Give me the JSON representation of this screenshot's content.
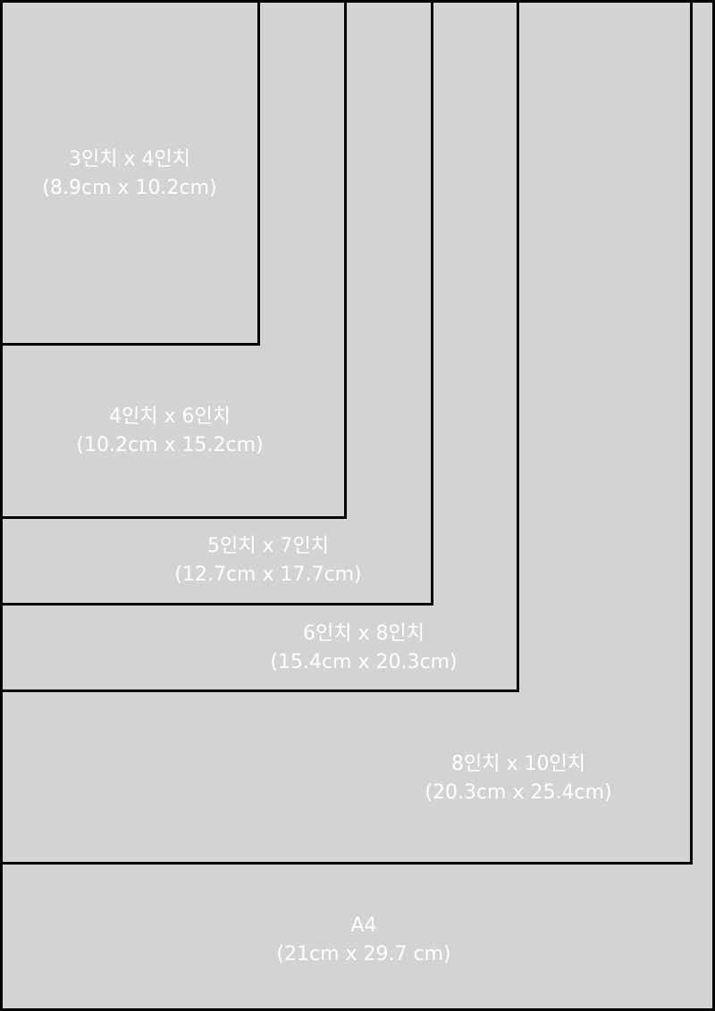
{
  "sizes": [
    {
      "id": "a4",
      "name": "A4",
      "dimensions": "(21cm x 29.7 cm)"
    },
    {
      "id": "8x10",
      "name": "8인치 x 10인치",
      "dimensions": "(20.3cm x 25.4cm)"
    },
    {
      "id": "6x8",
      "name": "6인치 x 8인치",
      "dimensions": "(15.4cm x 20.3cm)"
    },
    {
      "id": "5x7",
      "name": "5인치 x 7인치",
      "dimensions": "(12.7cm x 17.7cm)"
    },
    {
      "id": "4x6",
      "name": "4인치 x 6인치",
      "dimensions": "(10.2cm x 15.2cm)"
    },
    {
      "id": "3x4",
      "name": "3인치 x 4인치",
      "dimensions": "(8.9cm x 10.2cm)"
    }
  ],
  "colors": {
    "background": "#d3d3d3",
    "border": "#000000",
    "text": "#ffffff"
  }
}
